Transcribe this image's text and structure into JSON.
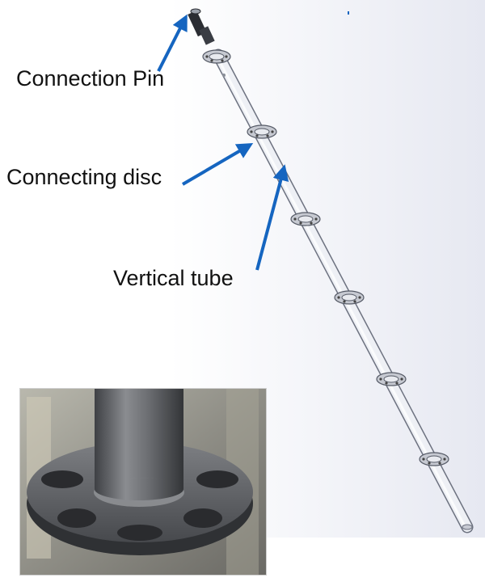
{
  "labels": {
    "connection_pin": "Connection Pin",
    "connecting_disc": "Connecting disc",
    "vertical_tube": "Vertical tube"
  },
  "colors": {
    "arrow": "#1565c0",
    "tube": "#dfe2ea",
    "tube_edge": "#6d7280",
    "disc": "#bfc3cc",
    "photo_metal": "#6b6d71"
  },
  "icons": {
    "arrow": "pointer-arrow-icon",
    "disc": "rosette-disc-icon"
  }
}
